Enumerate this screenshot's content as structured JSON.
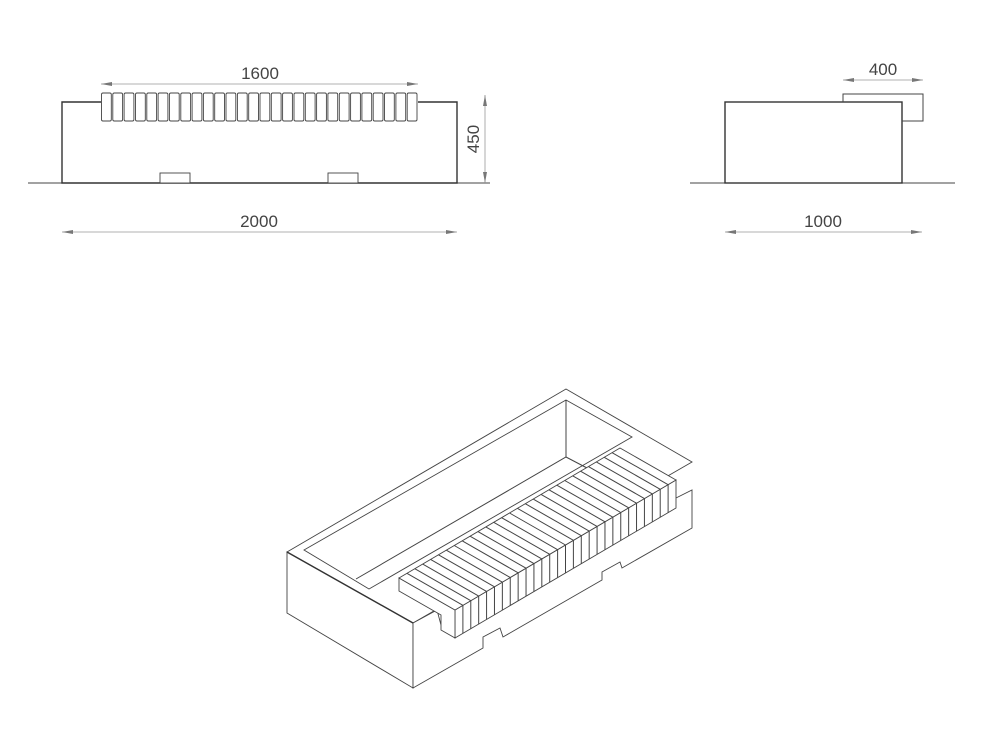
{
  "front_view": {
    "dim_bench_length": "1600",
    "dim_height": "450",
    "dim_total_length": "2000",
    "slat_count": 28
  },
  "side_view": {
    "dim_bench_depth": "400",
    "dim_total_width": "1000"
  },
  "isometric_view": {
    "slat_count": 28
  }
}
